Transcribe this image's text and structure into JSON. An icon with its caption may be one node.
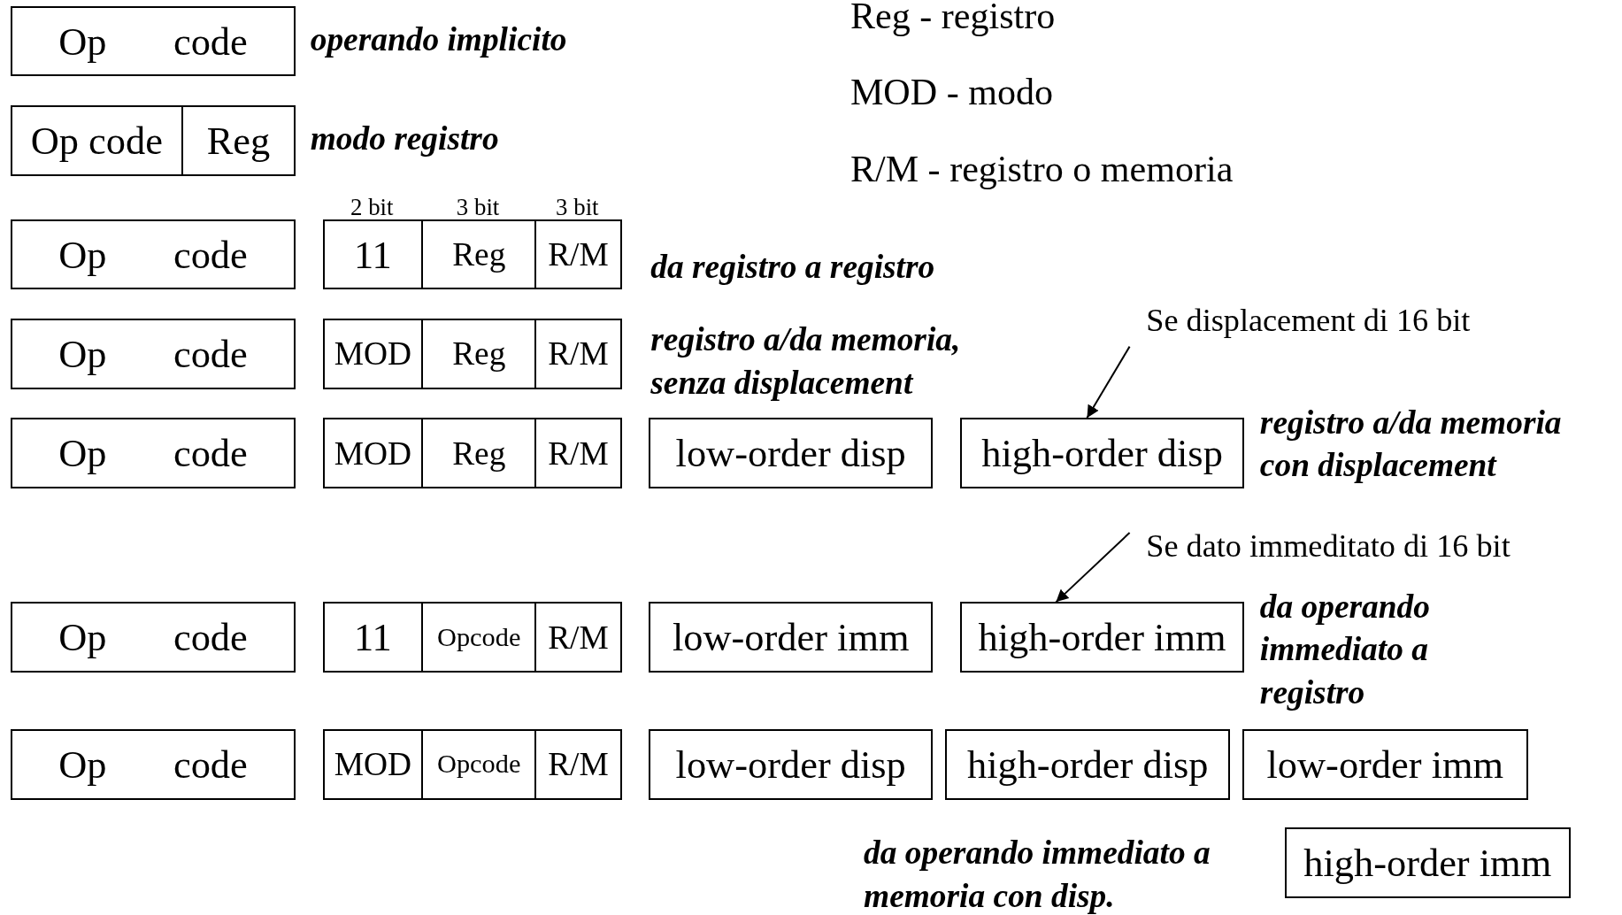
{
  "diagram": {
    "nodes": [
      {
        "text": [
          "Op code"
        ]
      },
      {
        "text": [
          "Op code"
        ]
      },
      {
        "text": [
          "Reg"
        ]
      },
      {
        "text": [
          "Op code"
        ]
      },
      {
        "text": [
          "11"
        ]
      },
      {
        "text": [
          "Reg"
        ]
      },
      {
        "text": [
          "R/M"
        ]
      },
      {
        "text": [
          "Op code"
        ]
      },
      {
        "text": [
          "MOD"
        ]
      },
      {
        "text": [
          "Reg"
        ]
      },
      {
        "text": [
          "R/M"
        ]
      },
      {
        "text": [
          "Op code"
        ]
      },
      {
        "text": [
          "MOD"
        ]
      },
      {
        "text": [
          "Reg"
        ]
      },
      {
        "text": [
          "R/M"
        ]
      },
      {
        "text": [
          "low-order disp"
        ]
      },
      {
        "text": [
          "high-order disp"
        ]
      },
      {
        "text": [
          "Op code"
        ]
      },
      {
        "text": [
          "11"
        ]
      },
      {
        "text": [
          "Opcode"
        ]
      },
      {
        "text": [
          "R/M"
        ]
      },
      {
        "text": [
          "low-order imm"
        ]
      },
      {
        "text": [
          "high-order imm"
        ]
      },
      {
        "text": [
          "Op code"
        ]
      },
      {
        "text": [
          "MOD"
        ]
      },
      {
        "text": [
          "Opcode"
        ]
      },
      {
        "text": [
          "R/M"
        ]
      },
      {
        "text": [
          "low-order disp"
        ]
      },
      {
        "text": [
          "high-order disp"
        ]
      },
      {
        "text": [
          "low-order imm"
        ]
      },
      {
        "text": [
          "high-order imm"
        ]
      },
      {
        "text": [
          "Se displacement di 16 bit"
        ]
      },
      {
        "text": [
          "Se dato immeditato di 16 bit"
        ]
      }
    ],
    "edges": [
      {
        "from": 31,
        "to": 16,
        "arrow": "to"
      },
      {
        "from": 32,
        "to": 22,
        "arrow": "to"
      }
    ],
    "labels": [
      "Reg - registro",
      "operando implicito",
      "MOD - modo",
      "modo registro",
      "R/M - registro o memoria",
      "2 bit",
      "3 bit",
      "3 bit",
      "da registro a registro",
      "registro a/da memoria, senza displacement",
      "registro a/da memoria con displacement",
      "da operando immediato a registro",
      "da operando immediato a memoria con disp."
    ]
  }
}
